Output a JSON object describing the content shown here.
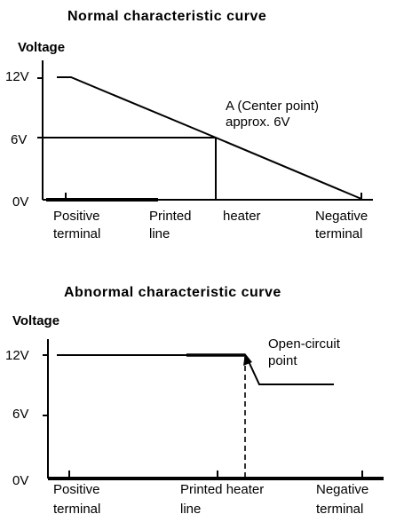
{
  "normal": {
    "title": "Normal characteristic curve",
    "ylabel": "Voltage",
    "yticks": [
      "12V",
      "6V",
      "0V"
    ],
    "xlabels": {
      "positive": [
        "Positive",
        "terminal"
      ],
      "printed": [
        "Printed",
        "line"
      ],
      "heater": "heater",
      "negative": [
        "Negative",
        "terminal"
      ]
    },
    "annotation": [
      "A (Center point)",
      "approx. 6V"
    ]
  },
  "abnormal": {
    "title": "Abnormal characteristic curve",
    "ylabel": "Voltage",
    "yticks": [
      "12V",
      "6V",
      "0V"
    ],
    "xlabels": {
      "positive": [
        "Positive",
        "terminal"
      ],
      "printed": [
        "Printed heater",
        "line"
      ],
      "negative": [
        "Negative",
        "terminal"
      ]
    },
    "annotation": [
      "Open-circuit",
      "point"
    ]
  }
}
